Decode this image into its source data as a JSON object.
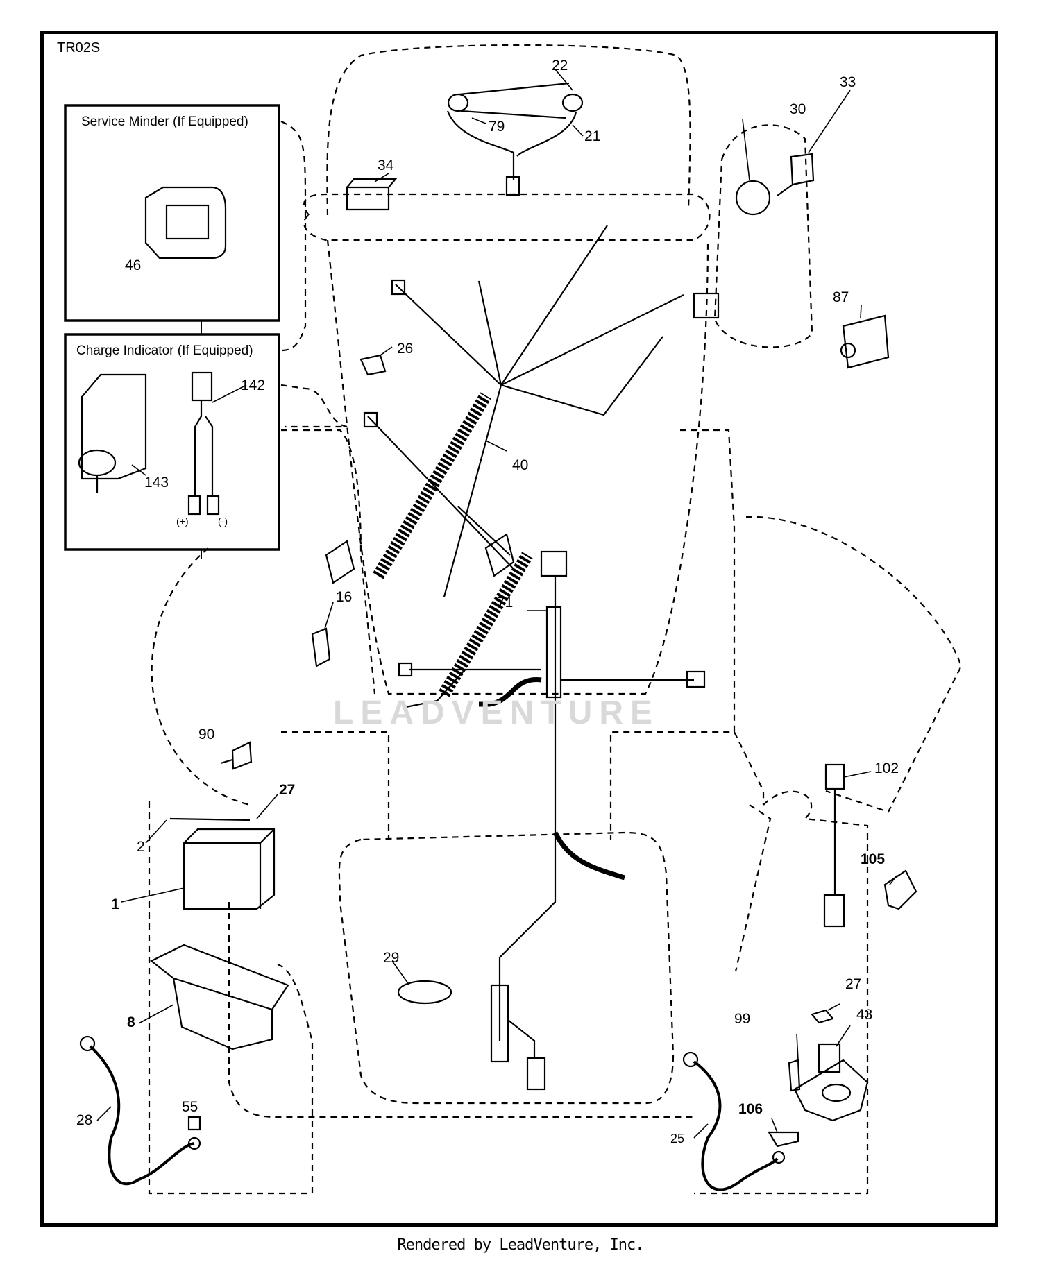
{
  "diagram": {
    "id": "TR02S",
    "watermark": "LEADVENTURE",
    "footer": "Rendered by LeadVenture, Inc.",
    "boxes": [
      {
        "title": "Service Minder (If Equipped)"
      },
      {
        "title": "Charge Indicator (If Equipped)"
      }
    ],
    "labels": {
      "p22": "22",
      "p79": "79",
      "p21": "21",
      "p34": "34",
      "p30": "30",
      "p33": "33",
      "p46": "46",
      "p26": "26",
      "p87": "87",
      "p142": "142",
      "p143": "143",
      "plus": "(+)",
      "minus": "(-)",
      "p40": "40",
      "p71": "71",
      "p16": "16",
      "p90": "90",
      "p27a": "27",
      "p2": "2",
      "p1": "1",
      "p102": "102",
      "p105": "105",
      "p8": "8",
      "p29": "29",
      "p27b": "27",
      "p43": "43",
      "p99": "99",
      "p28": "28",
      "p55": "55",
      "p106": "106",
      "p25": "25"
    },
    "colors": {
      "line": "#000000",
      "watermark": "#d9d9d9"
    }
  }
}
